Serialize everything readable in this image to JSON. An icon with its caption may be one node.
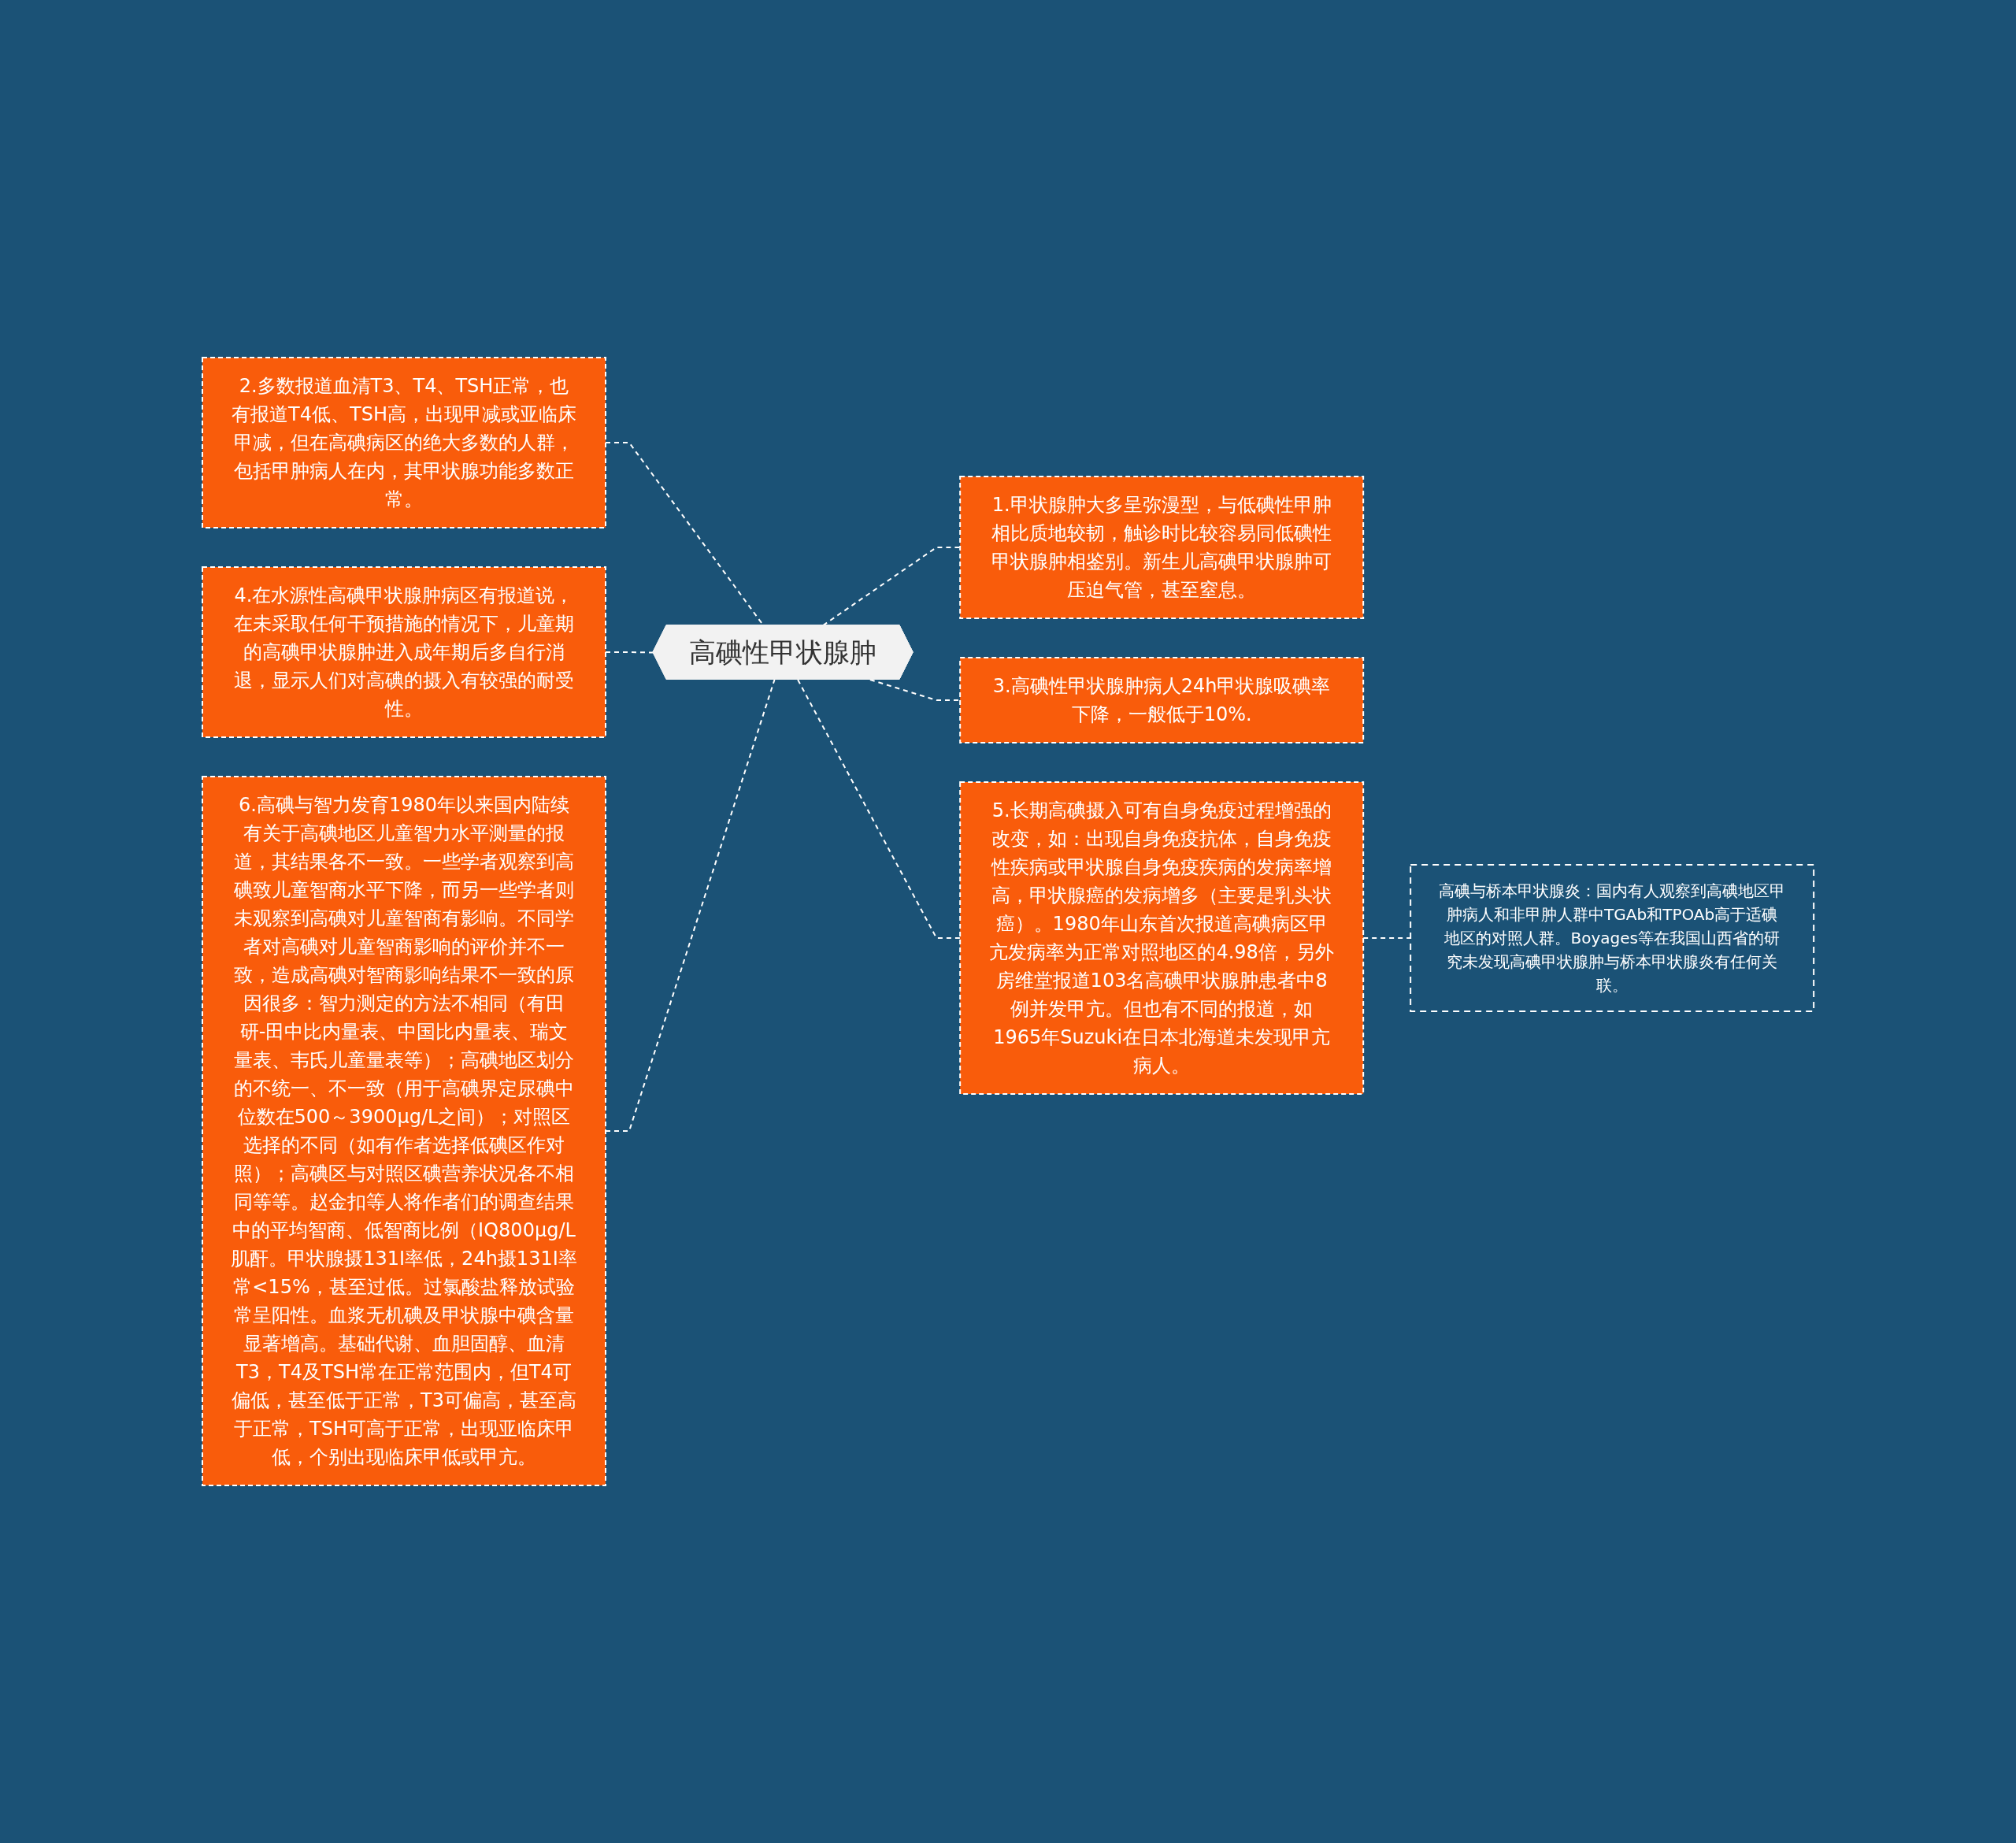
{
  "diagram": {
    "nodes": [
      {
        "text": [
          "高碘性甲状腺肿"
        ]
      },
      {
        "text": [
          "2.多数报道血清T3、T4、TSH正常，也有报道T4低、TSH高，出现甲减或亚临床甲减，但在高碘病区的绝大多数的人群，包括甲肿病人在内，其甲状腺功能多数正常。"
        ]
      },
      {
        "text": [
          "4.在水源性高碘甲状腺肿病区有报道说，在未采取任何干预措施的情况下，儿童期的高碘甲状腺肿进入成年期后多自行消退，显示人们对高碘的摄入有较强的耐受性。"
        ]
      },
      {
        "text": [
          "6.高碘与智力发育1980年以来国内陆续有关于高碘地区儿童智力水平测量的报道，其结果各不一致。一些学者观察到高碘致儿童智商水平下降，而另一些学者则未观察到高碘对儿童智商有影响。不同学者对高碘对儿童智商影响的评价并不一致，造成高碘对智商影响结果不一致的原因很多：智力测定的方法不相同（有田研-田中比内量表、中国比内量表、瑞文量表、韦氏儿童量表等）；高碘地区划分的不统一、不一致（用于高碘界定尿碘中位数在500～3900μg/L之间）；对照区选择的不同（如有作者选择低碘区作对照）；高碘区与对照区碘营养状况各不相同等等。赵金扣等人将作者们的调查结果中的平均智商、低智商比例（IQ800μg/L肌酐。甲状腺摄131Ⅰ率低，24h摄131Ⅰ率常<15%，甚至过低。过氯酸盐释放试验常呈阳性。血浆无机碘及甲状腺中碘含量显著增高。基础代谢、血胆固醇、血清T3，T4及TSH常在正常范围内，但T4可偏低，甚至低于正常，T3可偏高，甚至高于正常，TSH可高于正常，出现亚临床甲低，个别出现临床甲低或甲亢。"
        ]
      },
      {
        "text": [
          "1.甲状腺肿大多呈弥漫型，与低碘性甲肿相比质地较韧，触诊时比较容易同低碘性甲状腺肿相鉴别。新生儿高碘甲状腺肿可压迫气管，甚至窒息。"
        ]
      },
      {
        "text": [
          "3.高碘性甲状腺肿病人24h甲状腺吸碘率下降，一般低于10%."
        ]
      },
      {
        "text": [
          "5.长期高碘摄入可有自身免疫过程增强的改变，如：出现自身免疫抗体，自身免疫性疾病或甲状腺自身免疫疾病的发病率增高，甲状腺癌的发病增多（主要是乳头状癌）。1980年山东首次报道高碘病区甲亢发病率为正常对照地区的4.98倍，另外房维堂报道103名高碘甲状腺肿患者中8例并发甲亢。但也有不同的报道，如1965年Suzuki在日本北海道未发现甲亢病人。"
        ]
      },
      {
        "text": [
          "高碘与桥本甲状腺炎：国内有人观察到高碘地区甲肿病人和非甲肿人群中TGAb和TPOAb高于适碘地区的对照人群。Boyages等在我国山西省的研究未发现高碘甲状腺肿与桥本甲状腺炎有任何关联。"
        ]
      }
    ],
    "edges": [
      {
        "from": 1,
        "to": 0,
        "arrow": "none",
        "style": "dashed"
      },
      {
        "from": 2,
        "to": 0,
        "arrow": "none",
        "style": "dashed"
      },
      {
        "from": 3,
        "to": 0,
        "arrow": "none",
        "style": "dashed"
      },
      {
        "from": 0,
        "to": 4,
        "arrow": "none",
        "style": "dashed"
      },
      {
        "from": 0,
        "to": 5,
        "arrow": "none",
        "style": "dashed"
      },
      {
        "from": 0,
        "to": 6,
        "arrow": "none",
        "style": "dashed"
      },
      {
        "from": 6,
        "to": 7,
        "arrow": "none",
        "style": "dashed"
      }
    ]
  }
}
